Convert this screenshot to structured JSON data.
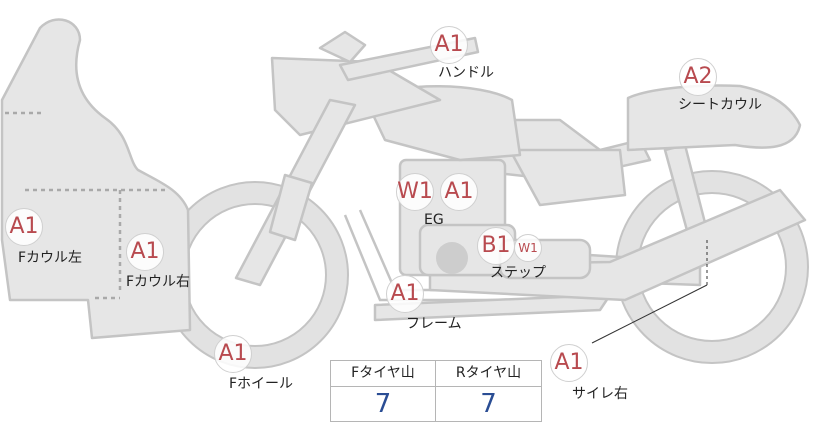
{
  "badges": {
    "handle": "A1",
    "seat_cowl": "A2",
    "eg_w": "W1",
    "eg_a": "A1",
    "f_cowl_left": "A1",
    "f_cowl_right": "A1",
    "step_b": "B1",
    "step_w": "W1",
    "frame": "A1",
    "f_wheel": "A1",
    "side_cover_right": "A1"
  },
  "labels": {
    "handle": "ハンドル",
    "seat_cowl": "シートカウル",
    "eg": "EG",
    "f_cowl_left": "Fカウル左",
    "f_cowl_right": "Fカウル右",
    "step": "ステップ",
    "frame": "フレーム",
    "f_wheel": "Fホイール",
    "side_cover_right": "サイレ右"
  },
  "tread_table": {
    "front_header": "Fタイヤ山",
    "rear_header": "Rタイヤ山",
    "front_value": "7",
    "rear_value": "7"
  },
  "colors": {
    "part_fill": "#e6e6e6",
    "part_stroke": "#c4c4c4",
    "badge_text": "#b84a4f",
    "tread_value": "#2a4d94"
  }
}
